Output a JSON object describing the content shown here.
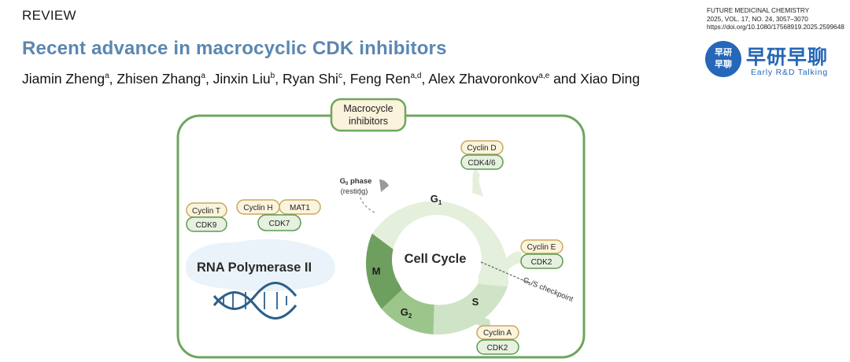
{
  "header": {
    "section": "REVIEW",
    "title": "Recent advance in macrocyclic CDK inhibitors"
  },
  "authors": [
    {
      "name": "Jiamin Zheng",
      "aff": "a",
      "sep": ", "
    },
    {
      "name": "Zhisen Zhang",
      "aff": "a",
      "sep": ", "
    },
    {
      "name": "Jinxin Liu",
      "aff": "b",
      "sep": ", "
    },
    {
      "name": "Ryan Shi",
      "aff": "c",
      "sep": ", "
    },
    {
      "name": "Feng Ren",
      "aff": "a,d",
      "sep": ", "
    },
    {
      "name": "Alex Zhavoronkov",
      "aff": "a,e",
      "sep": " and "
    },
    {
      "name": "Xiao Ding",
      "aff": "",
      "sep": ""
    }
  ],
  "journal": {
    "name": "FUTURE MEDICINAL CHEMISTRY",
    "volume": "2025, VOL. 17, NO. 24, 3057–3070",
    "doi": "https://doi.org/10.1080/17568919.2025.2599648"
  },
  "logo": {
    "badge_line1": "早研",
    "badge_line2": "早聊",
    "name": "早研早聊",
    "subtitle": "Early R&D Talking"
  },
  "figure": {
    "macrocycle_label_1": "Macrocycle",
    "macrocycle_label_2": "inhibitors",
    "rna_label": "RNA Polymerase II",
    "cell_cycle_label": "Cell Cycle",
    "g0_label": "phase",
    "g0_sub": "(resting)",
    "g1_label": "G",
    "g1_sub": "1",
    "g2_label": "G",
    "g2_sub": "2",
    "m_label": "M",
    "s_label": "S",
    "checkpoint_label": "G₁/S checkpoint",
    "cyclin_t": "Cyclin T",
    "cdk9": "CDK9",
    "cyclin_h": "Cyclin H",
    "mat1": "MAT1",
    "cdk7": "CDK7",
    "cyclin_d": "Cyclin D",
    "cdk46": "CDK4/6",
    "cyclin_e": "Cyclin E",
    "cdk2_e": "CDK2",
    "cyclin_a": "Cyclin A",
    "cdk2_a": "CDK2",
    "colors": {
      "frame": "#6ea65d",
      "cyclin_fill": "#fbf3dc",
      "cyclin_stroke": "#c9a85f",
      "cdk_fill": "#e6f1e0",
      "cdk_stroke": "#5c9a52",
      "g1_phase": "#e4efdc",
      "s_phase": "#cfe3c6",
      "g2_phase": "#9cc58b",
      "m_phase": "#6e9f5f",
      "title_blue": "#5b87b0",
      "logo_blue": "#2567b8"
    }
  }
}
